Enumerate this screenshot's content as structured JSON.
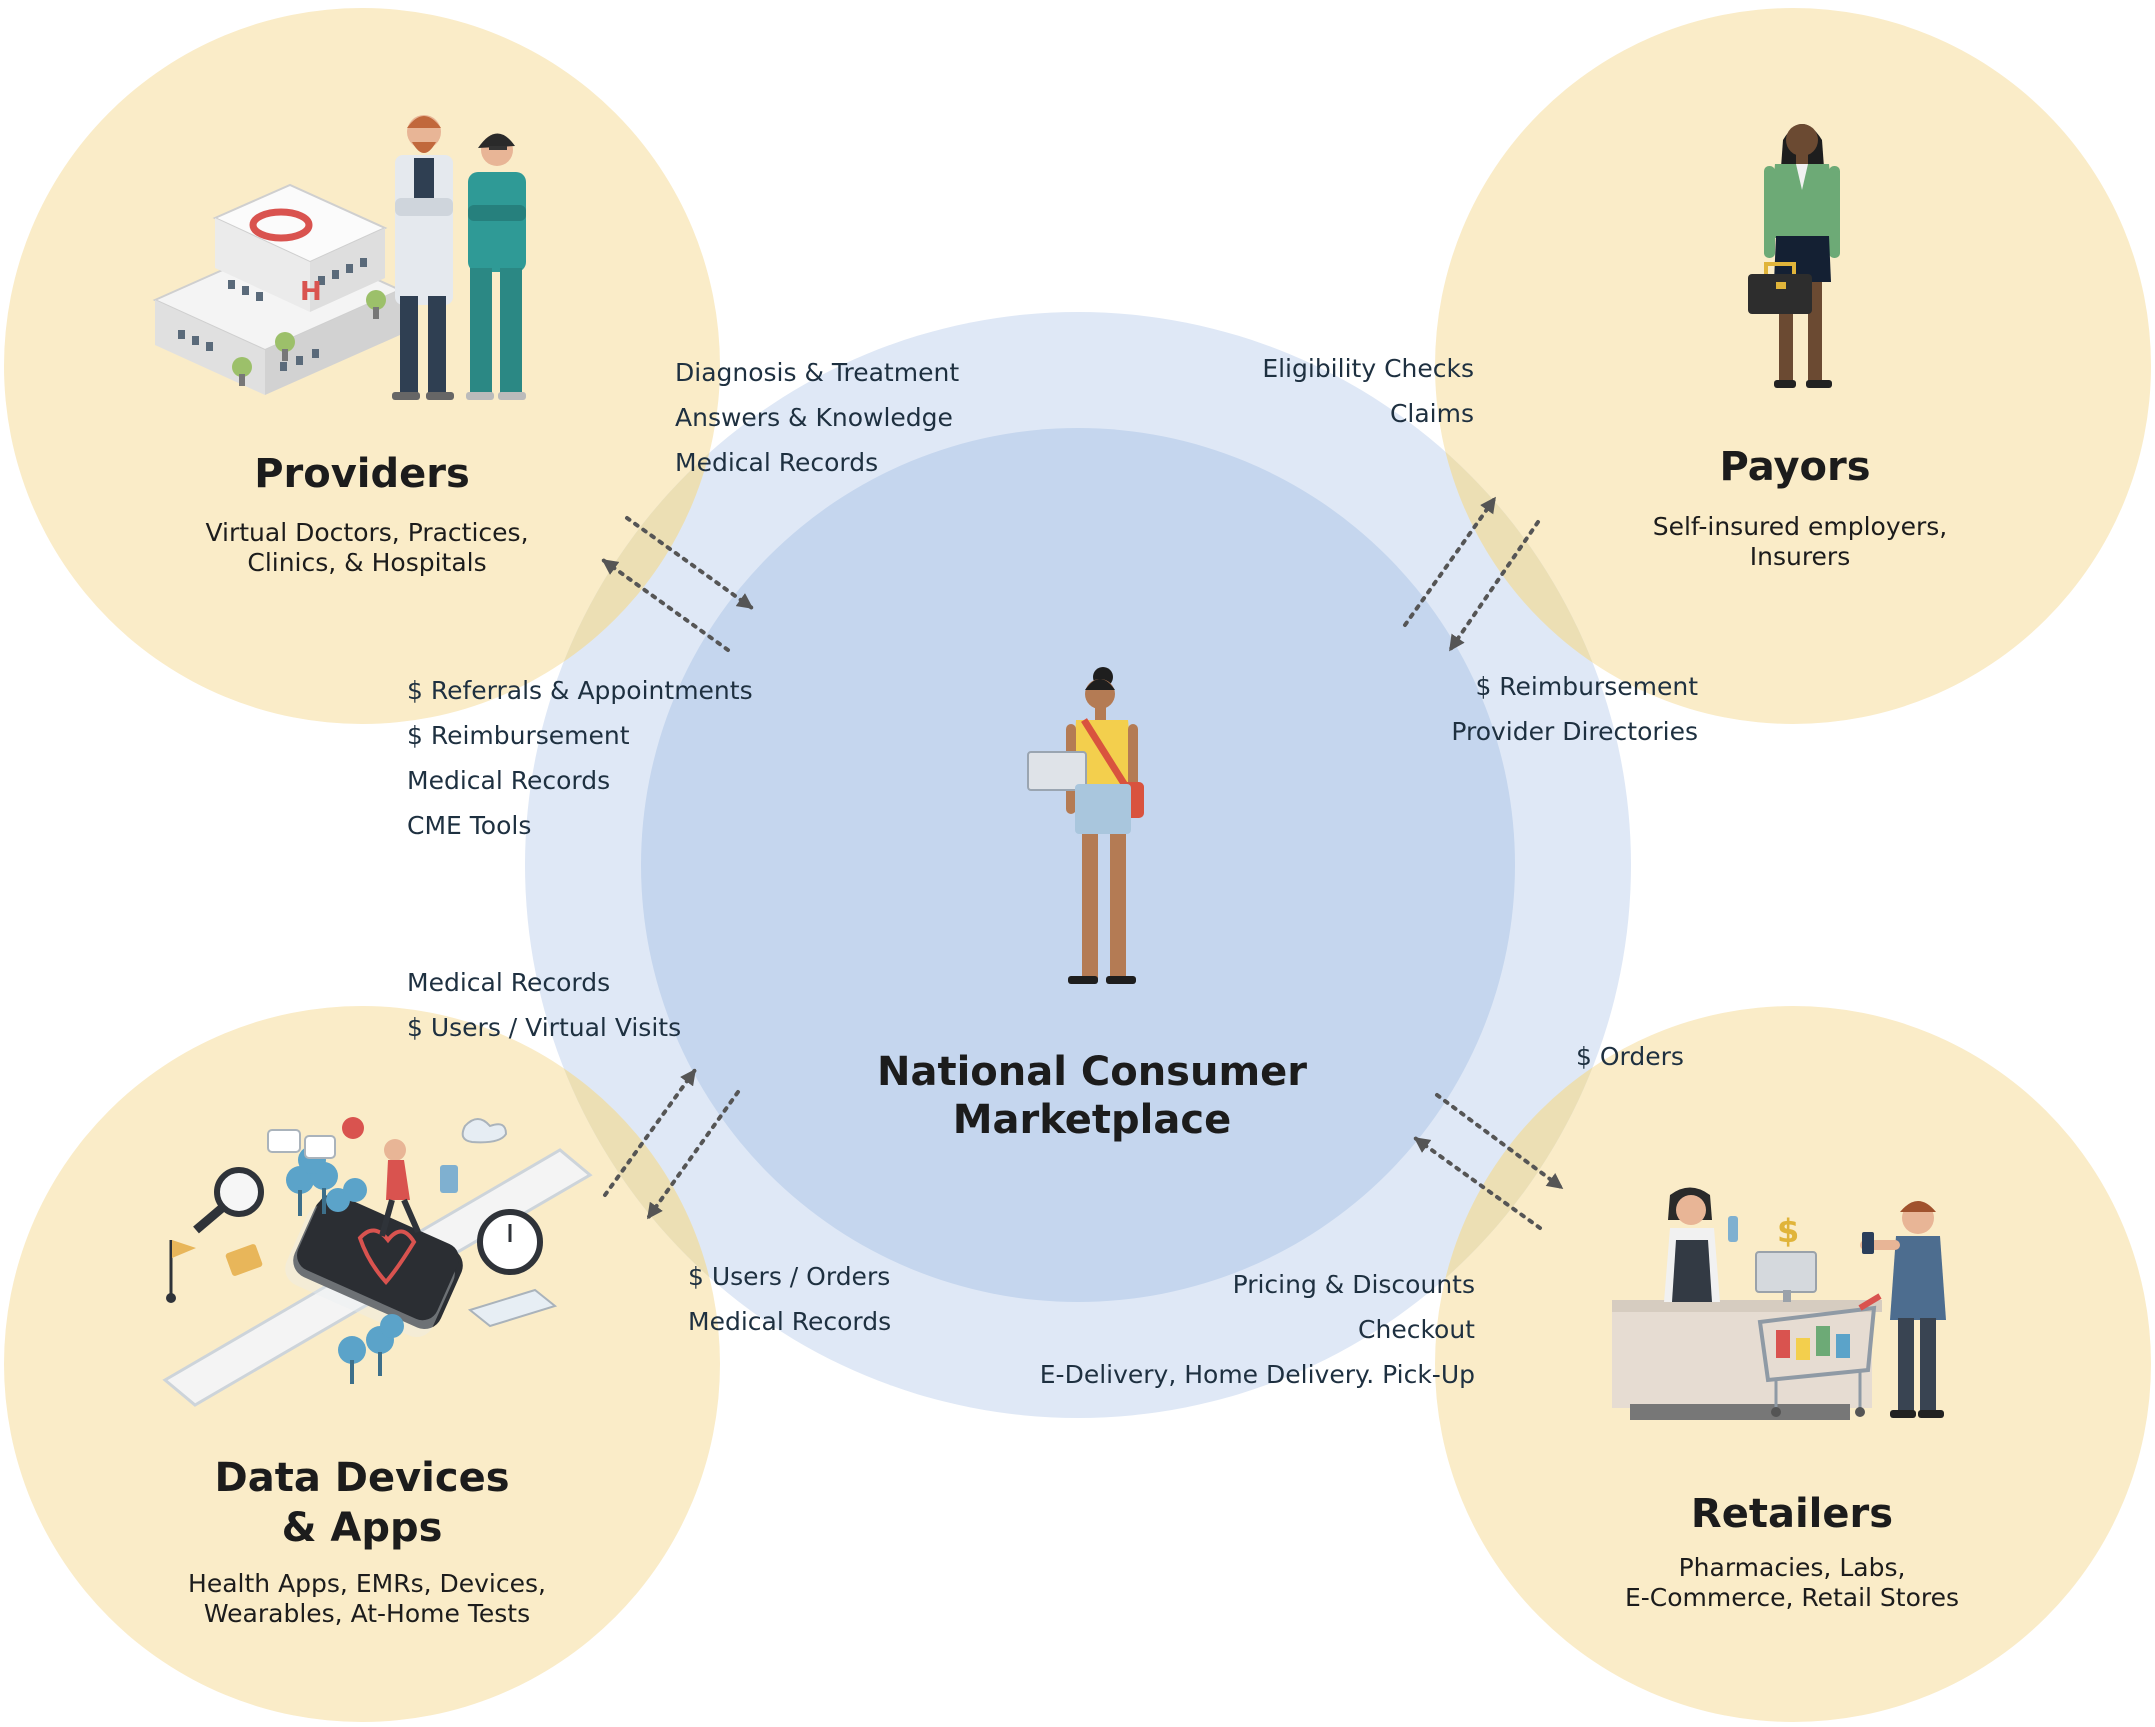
{
  "center": {
    "title": "National Consumer\nMarketplace",
    "icon": "consumer-person-illustration"
  },
  "nodes": {
    "providers": {
      "title": "Providers",
      "subtitle": "Virtual Doctors, Practices,\nClinics, & Hospitals",
      "icon": "hospital-doctors-illustration"
    },
    "payors": {
      "title": "Payors",
      "subtitle": "Self-insured employers,\nInsurers",
      "icon": "businesswoman-briefcase-illustration"
    },
    "data_devices": {
      "title": "Data Devices\n& Apps",
      "subtitle": "Health Apps, EMRs, Devices,\nWearables, At-Home Tests",
      "icon": "smartwatch-apps-illustration"
    },
    "retailers": {
      "title": "Retailers",
      "subtitle": "Pharmacies, Labs,\nE-Commerce, Retail Stores",
      "icon": "checkout-counter-illustration"
    }
  },
  "flows": {
    "providers_to_marketplace": [
      "Diagnosis & Treatment",
      "Answers & Knowledge",
      "Medical Records"
    ],
    "marketplace_to_providers": [
      "$ Referrals & Appointments",
      "$ Reimbursement",
      "Medical Records",
      "CME Tools"
    ],
    "payors_to_marketplace": [
      "Eligibility Checks",
      "Claims"
    ],
    "marketplace_to_payors": [
      "$ Reimbursement",
      "Provider Directories"
    ],
    "data_to_marketplace": [
      "Medical Records",
      "$ Users / Virtual Visits"
    ],
    "marketplace_to_data": [
      "$ Users / Orders",
      "Medical Records"
    ],
    "retailers_to_marketplace": [
      "$ Orders"
    ],
    "marketplace_to_retailers": [
      "Pricing & Discounts",
      "Checkout",
      "E-Delivery, Home Delivery. Pick-Up"
    ]
  },
  "colors": {
    "node_circle": "#faecc8",
    "outer_ring": "#dfe8f6",
    "inner_circle": "#c5d6ee",
    "overlap": "#ecdfb4",
    "arrow": "#555555"
  }
}
